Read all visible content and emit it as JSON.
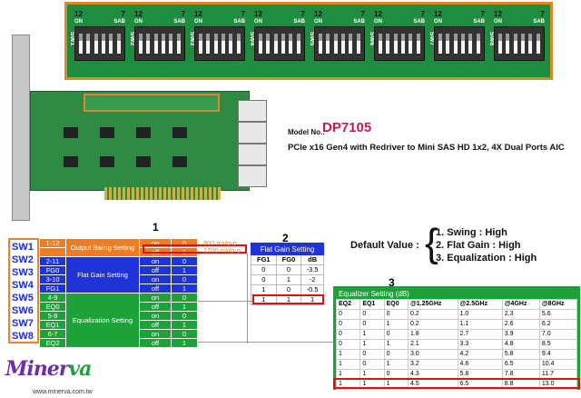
{
  "dip_strip": {
    "switches": [
      {
        "name": "SW1",
        "left": "12",
        "right": "7",
        "on": "ON",
        "sab": "SAB"
      },
      {
        "name": "SW2",
        "left": "12",
        "right": "7",
        "on": "ON",
        "sab": "SAB"
      },
      {
        "name": "SW3",
        "left": "12",
        "right": "7",
        "on": "ON",
        "sab": "SAB"
      },
      {
        "name": "SW4",
        "left": "12",
        "right": "7",
        "on": "ON",
        "sab": "SAB"
      },
      {
        "name": "SW5",
        "left": "12",
        "right": "7",
        "on": "ON",
        "sab": "SAB"
      },
      {
        "name": "SW6",
        "left": "12",
        "right": "7",
        "on": "ON",
        "sab": "SAB"
      },
      {
        "name": "SW7",
        "left": "12",
        "right": "7",
        "on": "ON",
        "sab": "SAB"
      },
      {
        "name": "SW8",
        "left": "12",
        "right": "7",
        "on": "ON",
        "sab": "SAB"
      }
    ]
  },
  "model": {
    "label": "Model No.:",
    "value": "DP7105",
    "description": "PCIe x16 Gen4 with Redriver to Mini SAS HD 1x2, 4X Dual Ports AIC"
  },
  "table1": {
    "number": "1",
    "sw_labels": [
      "SW1",
      "SW2",
      "SW3",
      "SW4",
      "SW5",
      "SW6",
      "SW7",
      "SW8"
    ],
    "output_swing": {
      "pins": "1-12",
      "label": "Output Swing Setting",
      "rows": [
        [
          "on",
          "0"
        ],
        [
          "off",
          "1"
        ]
      ]
    },
    "flat_gain": {
      "pins": [
        "2-11",
        "FG0",
        "3-10",
        "FG1"
      ],
      "label": "Flat Gain Setting",
      "rows": [
        [
          "on",
          "0"
        ],
        [
          "off",
          "1"
        ],
        [
          "on",
          "0"
        ],
        [
          "off",
          "1"
        ]
      ]
    },
    "equalization": {
      "pins": [
        "4-9",
        "EQ0",
        "5-8",
        "EQ1",
        "6-7",
        "EQ2"
      ],
      "label": "Equalization Setting",
      "rows": [
        [
          "on",
          "0"
        ],
        [
          "off",
          "1"
        ],
        [
          "on",
          "0"
        ],
        [
          "off",
          "1"
        ],
        [
          "on",
          "0"
        ],
        [
          "off",
          "1"
        ]
      ]
    },
    "mvpp": [
      "800 mVp-p",
      "1200 mVp-p"
    ]
  },
  "table2": {
    "number": "2",
    "title": "Flat Gain Setting",
    "headers": [
      "FG1",
      "FG0",
      "dB"
    ],
    "rows": [
      [
        "0",
        "0",
        "-3.5"
      ],
      [
        "0",
        "1",
        "-2"
      ],
      [
        "1",
        "0",
        "-0.5"
      ],
      [
        "1",
        "1",
        "1"
      ]
    ]
  },
  "default_value": {
    "label": "Default Value :",
    "lines": [
      "1. Swing : High",
      "2. Flat Gain : High",
      "3. Equalization : High"
    ]
  },
  "table3": {
    "number": "3",
    "title": "Equalizer Setting (dB)",
    "headers": [
      "EQ2",
      "EQ1",
      "EQ0",
      "@1.25GHz",
      "@2.5GHz",
      "@4GHz",
      "@8GHz"
    ],
    "rows": [
      [
        "0",
        "0",
        "0",
        "0.2",
        "1.0",
        "2.3",
        "5.6"
      ],
      [
        "0",
        "0",
        "1",
        "0.2",
        "1.1",
        "2.6",
        "6.2"
      ],
      [
        "0",
        "1",
        "0",
        "1.8",
        "2.7",
        "3.9",
        "7.0"
      ],
      [
        "0",
        "1",
        "1",
        "2.1",
        "3.3",
        "4.8",
        "8.5"
      ],
      [
        "1",
        "0",
        "0",
        "3.0",
        "4.2",
        "5.8",
        "9.4"
      ],
      [
        "1",
        "0",
        "1",
        "3.2",
        "4.6",
        "6.5",
        "10.4"
      ],
      [
        "1",
        "1",
        "0",
        "4.3",
        "5.8",
        "7.8",
        "11.7"
      ],
      [
        "1",
        "1",
        "1",
        "4.5",
        "6.5",
        "8.8",
        "13.0"
      ]
    ]
  },
  "footer": {
    "logo_main": "Miner",
    "logo_accent": "va",
    "url": "www.minerva.com.tw"
  }
}
